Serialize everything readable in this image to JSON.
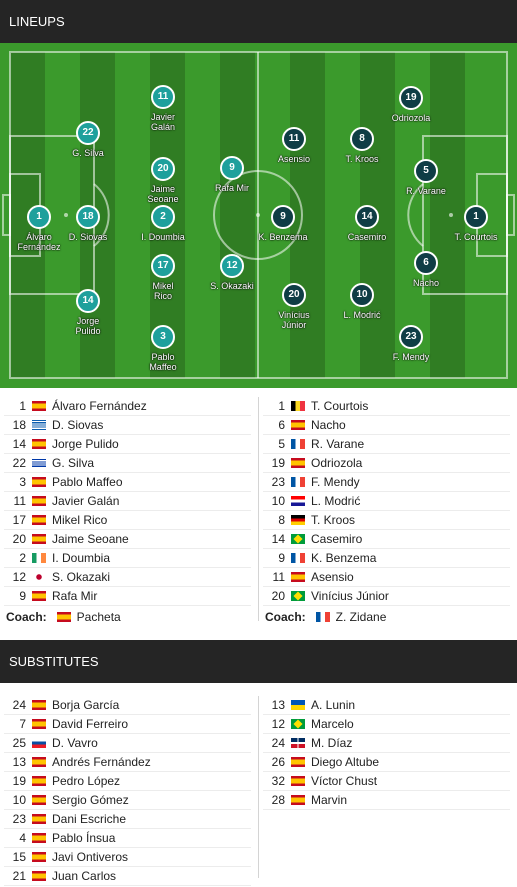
{
  "lineups_title": "LINEUPS",
  "substitutes_title": "SUBSTITUTES",
  "colors": {
    "header_bg": "#252525",
    "pitch": "#3b9a2c",
    "home_circle": "#1ea09c",
    "away_circle": "#0f3d45"
  },
  "pitch": {
    "home": [
      {
        "num": "1",
        "name": "Álvaro Fernández"
      },
      {
        "num": "22",
        "name": "G. Silva"
      },
      {
        "num": "18",
        "name": "D. Siovas"
      },
      {
        "num": "14",
        "name": "Jorge Pulido"
      },
      {
        "num": "11",
        "name": "Javier Galán"
      },
      {
        "num": "20",
        "name": "Jaime Seoane"
      },
      {
        "num": "2",
        "name": "I. Doumbia"
      },
      {
        "num": "17",
        "name": "Mikel Rico"
      },
      {
        "num": "3",
        "name": "Pablo Maffeo"
      },
      {
        "num": "9",
        "name": "Rafa Mir"
      },
      {
        "num": "12",
        "name": "S. Okazaki"
      }
    ],
    "away": [
      {
        "num": "1",
        "name": "T. Courtois"
      },
      {
        "num": "19",
        "name": "Odriozola"
      },
      {
        "num": "5",
        "name": "R. Varane"
      },
      {
        "num": "6",
        "name": "Nacho"
      },
      {
        "num": "23",
        "name": "F. Mendy"
      },
      {
        "num": "8",
        "name": "T. Kroos"
      },
      {
        "num": "14",
        "name": "Casemiro"
      },
      {
        "num": "10",
        "name": "L. Modrić"
      },
      {
        "num": "11",
        "name": "Asensio"
      },
      {
        "num": "9",
        "name": "K. Benzema"
      },
      {
        "num": "20",
        "name": "Vinícius Júnior"
      }
    ]
  },
  "home_list": [
    {
      "num": "1",
      "flag": "es",
      "name": "Álvaro Fernández"
    },
    {
      "num": "18",
      "flag": "gr",
      "name": "D. Siovas"
    },
    {
      "num": "14",
      "flag": "es",
      "name": "Jorge Pulido"
    },
    {
      "num": "22",
      "flag": "uy",
      "name": "G. Silva"
    },
    {
      "num": "3",
      "flag": "es",
      "name": "Pablo Maffeo"
    },
    {
      "num": "11",
      "flag": "es",
      "name": "Javier Galán"
    },
    {
      "num": "17",
      "flag": "es",
      "name": "Mikel Rico"
    },
    {
      "num": "20",
      "flag": "es",
      "name": "Jaime Seoane"
    },
    {
      "num": "2",
      "flag": "ie",
      "name": "I. Doumbia"
    },
    {
      "num": "12",
      "flag": "jp",
      "name": "S. Okazaki"
    },
    {
      "num": "9",
      "flag": "es",
      "name": "Rafa Mir"
    }
  ],
  "away_list": [
    {
      "num": "1",
      "flag": "be",
      "name": "T. Courtois"
    },
    {
      "num": "6",
      "flag": "es",
      "name": "Nacho"
    },
    {
      "num": "5",
      "flag": "fr",
      "name": "R. Varane"
    },
    {
      "num": "19",
      "flag": "es",
      "name": "Odriozola"
    },
    {
      "num": "23",
      "flag": "fr",
      "name": "F. Mendy"
    },
    {
      "num": "10",
      "flag": "hr",
      "name": "L. Modrić"
    },
    {
      "num": "8",
      "flag": "de",
      "name": "T. Kroos"
    },
    {
      "num": "14",
      "flag": "br",
      "name": "Casemiro"
    },
    {
      "num": "9",
      "flag": "fr",
      "name": "K. Benzema"
    },
    {
      "num": "11",
      "flag": "es",
      "name": "Asensio"
    },
    {
      "num": "20",
      "flag": "br",
      "name": "Vinícius Júnior"
    }
  ],
  "coach_label": "Coach:",
  "home_coach": {
    "flag": "es",
    "name": "Pacheta"
  },
  "away_coach": {
    "flag": "fr",
    "name": "Z. Zidane"
  },
  "home_subs": [
    {
      "num": "24",
      "flag": "es",
      "name": "Borja García"
    },
    {
      "num": "7",
      "flag": "es",
      "name": "David Ferreiro"
    },
    {
      "num": "25",
      "flag": "sk",
      "name": "D. Vavro"
    },
    {
      "num": "13",
      "flag": "es",
      "name": "Andrés Fernández"
    },
    {
      "num": "19",
      "flag": "es",
      "name": "Pedro López"
    },
    {
      "num": "10",
      "flag": "es",
      "name": "Sergio Gómez"
    },
    {
      "num": "23",
      "flag": "es",
      "name": "Dani Escriche"
    },
    {
      "num": "4",
      "flag": "es",
      "name": "Pablo Ínsua"
    },
    {
      "num": "15",
      "flag": "es",
      "name": "Javi Ontiveros"
    },
    {
      "num": "21",
      "flag": "es",
      "name": "Juan Carlos"
    }
  ],
  "away_subs": [
    {
      "num": "13",
      "flag": "ua",
      "name": "A. Lunin"
    },
    {
      "num": "12",
      "flag": "br",
      "name": "Marcelo"
    },
    {
      "num": "24",
      "flag": "do",
      "name": "M. Díaz"
    },
    {
      "num": "26",
      "flag": "es",
      "name": "Diego Altube"
    },
    {
      "num": "32",
      "flag": "es",
      "name": "Víctor Chust"
    },
    {
      "num": "28",
      "flag": "es",
      "name": "Marvin"
    }
  ]
}
